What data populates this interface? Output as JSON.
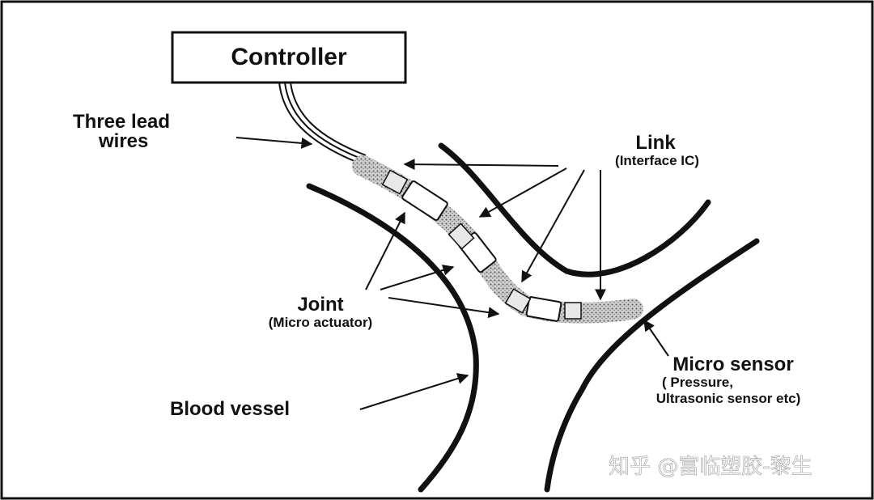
{
  "labels": {
    "controller": "Controller",
    "three_lead_wires": [
      "Three lead",
      "wires"
    ],
    "link": "Link",
    "link_sub": "(Interface IC)",
    "joint": "Joint",
    "joint_sub": "(Micro actuator)",
    "micro_sensor": "Micro sensor",
    "micro_sensor_sub": [
      "( Pressure,",
      "Ultrasonic sensor etc)"
    ],
    "blood_vessel": "Blood vessel"
  },
  "watermark": "知乎 @富临塑胶-黎生"
}
